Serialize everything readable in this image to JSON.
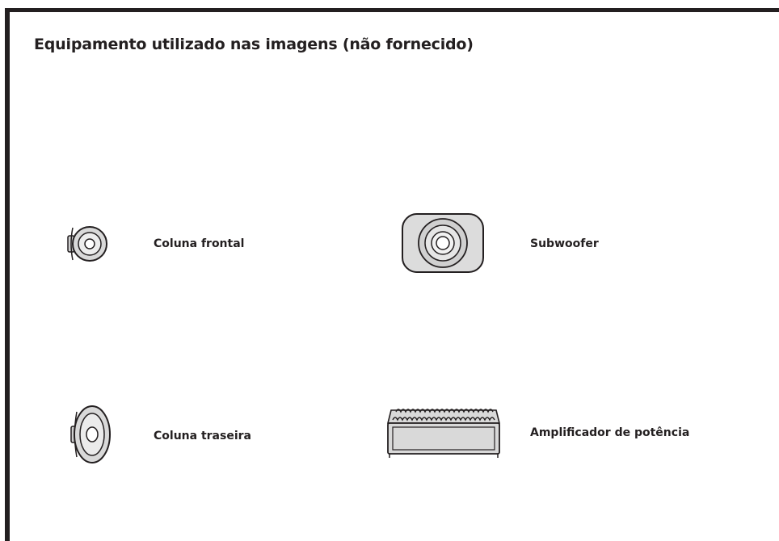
{
  "page": {
    "title": "Equipamento utilizado nas imagens (não fornecido)"
  },
  "items": [
    {
      "label": "Coluna frontal",
      "icon": "front-speaker-icon"
    },
    {
      "label": "Subwoofer",
      "icon": "subwoofer-icon"
    },
    {
      "label": "Coluna traseira",
      "icon": "rear-speaker-icon"
    },
    {
      "label": "Amplificador de potência",
      "icon": "power-amplifier-icon"
    }
  ],
  "colors": {
    "ink": "#231f20",
    "fill": "#d9d9d9",
    "background": "#ffffff"
  }
}
